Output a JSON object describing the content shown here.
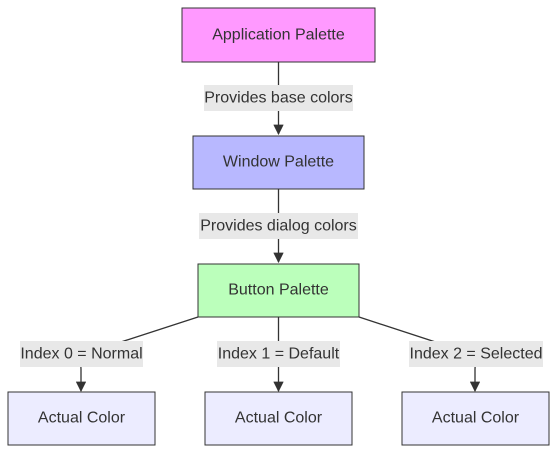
{
  "nodes": {
    "application_palette": {
      "label": "Application Palette",
      "fill": "#ff99ff",
      "stroke": "#333333"
    },
    "window_palette": {
      "label": "Window Palette",
      "fill": "#b8b8ff",
      "stroke": "#333333"
    },
    "button_palette": {
      "label": "Button Palette",
      "fill": "#bbffbb",
      "stroke": "#333333"
    },
    "actual_color_0": {
      "label": "Actual Color",
      "fill": "#ececff",
      "stroke": "#9370db"
    },
    "actual_color_1": {
      "label": "Actual Color",
      "fill": "#ececff",
      "stroke": "#9370db"
    },
    "actual_color_2": {
      "label": "Actual Color",
      "fill": "#ececff",
      "stroke": "#9370db"
    }
  },
  "edges": {
    "app_to_window": "Provides base colors",
    "window_to_button": "Provides dialog colors",
    "button_to_actual_0": "Index 0 = Normal",
    "button_to_actual_1": "Index 1 = Default",
    "button_to_actual_2": "Index 2 = Selected"
  }
}
